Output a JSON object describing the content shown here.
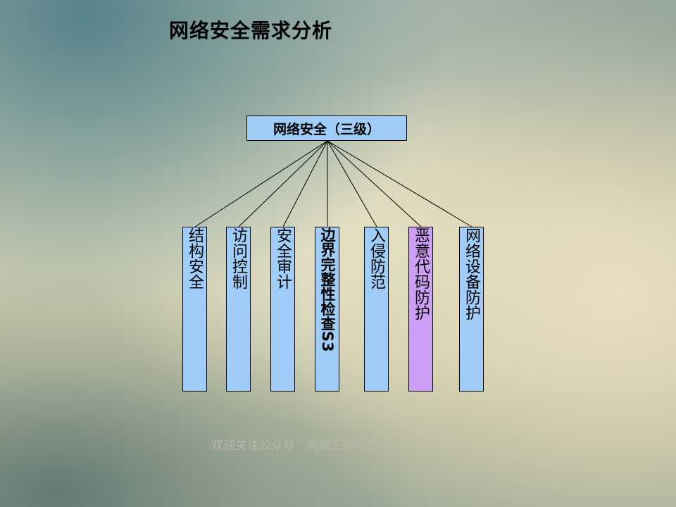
{
  "title": "网络安全需求分析",
  "diagram": {
    "root": "网络安全（三级）",
    "children": [
      {
        "label": "结构安全",
        "color": "#9fcdf7"
      },
      {
        "label": "访问控制",
        "color": "#9fcdf7"
      },
      {
        "label": "安全审计",
        "color": "#9fcdf7"
      },
      {
        "label": "边界完整性检查S3",
        "color": "#9fcdf7"
      },
      {
        "label": "入侵防范",
        "color": "#9fcdf7"
      },
      {
        "label": "恶意代码防护",
        "color": "#cc9ef5"
      },
      {
        "label": "网络设备防护",
        "color": "#9fcdf7"
      }
    ]
  },
  "footer": "欢迎关注公众号：网络工程师阿龙"
}
